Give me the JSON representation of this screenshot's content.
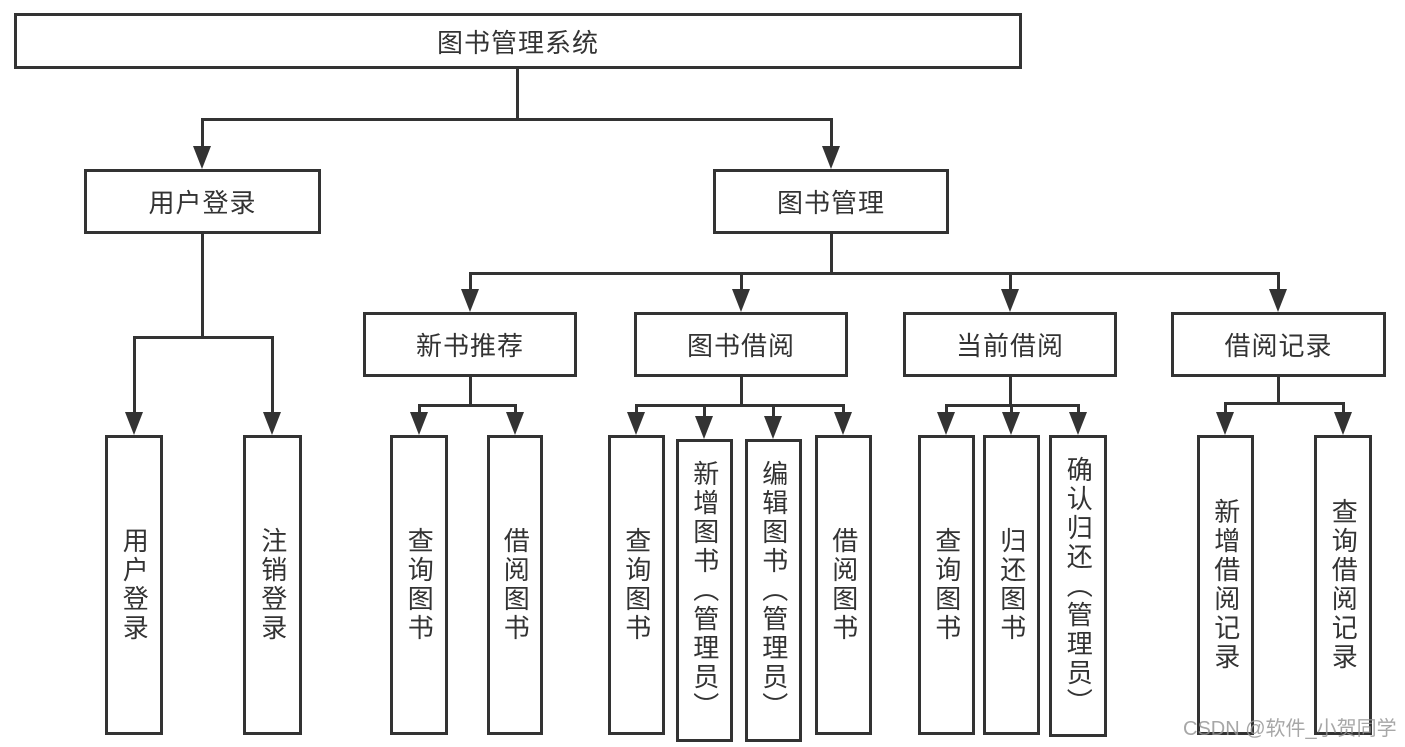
{
  "tree": {
    "root": "图书管理系统",
    "user_login": {
      "label": "用户登录",
      "children": [
        "用户登录",
        "注销登录"
      ]
    },
    "book_mgmt": {
      "label": "图书管理",
      "sections": [
        {
          "label": "新书推荐",
          "children": [
            "查询图书",
            "借阅图书"
          ]
        },
        {
          "label": "图书借阅",
          "children": [
            "查询图书",
            "新增图书（管理员）",
            "编辑图书（管理员）",
            "借阅图书"
          ]
        },
        {
          "label": "当前借阅",
          "children": [
            "查询图书",
            "归还图书",
            "确认归还（管理员）"
          ]
        },
        {
          "label": "借阅记录",
          "children": [
            "新增借阅记录",
            "查询借阅记录"
          ]
        }
      ]
    }
  },
  "watermark": "CSDN @软件_小贺同学",
  "colors": {
    "line": "#333333",
    "text": "#333333",
    "watermark": "#949494",
    "background": "#ffffff"
  }
}
